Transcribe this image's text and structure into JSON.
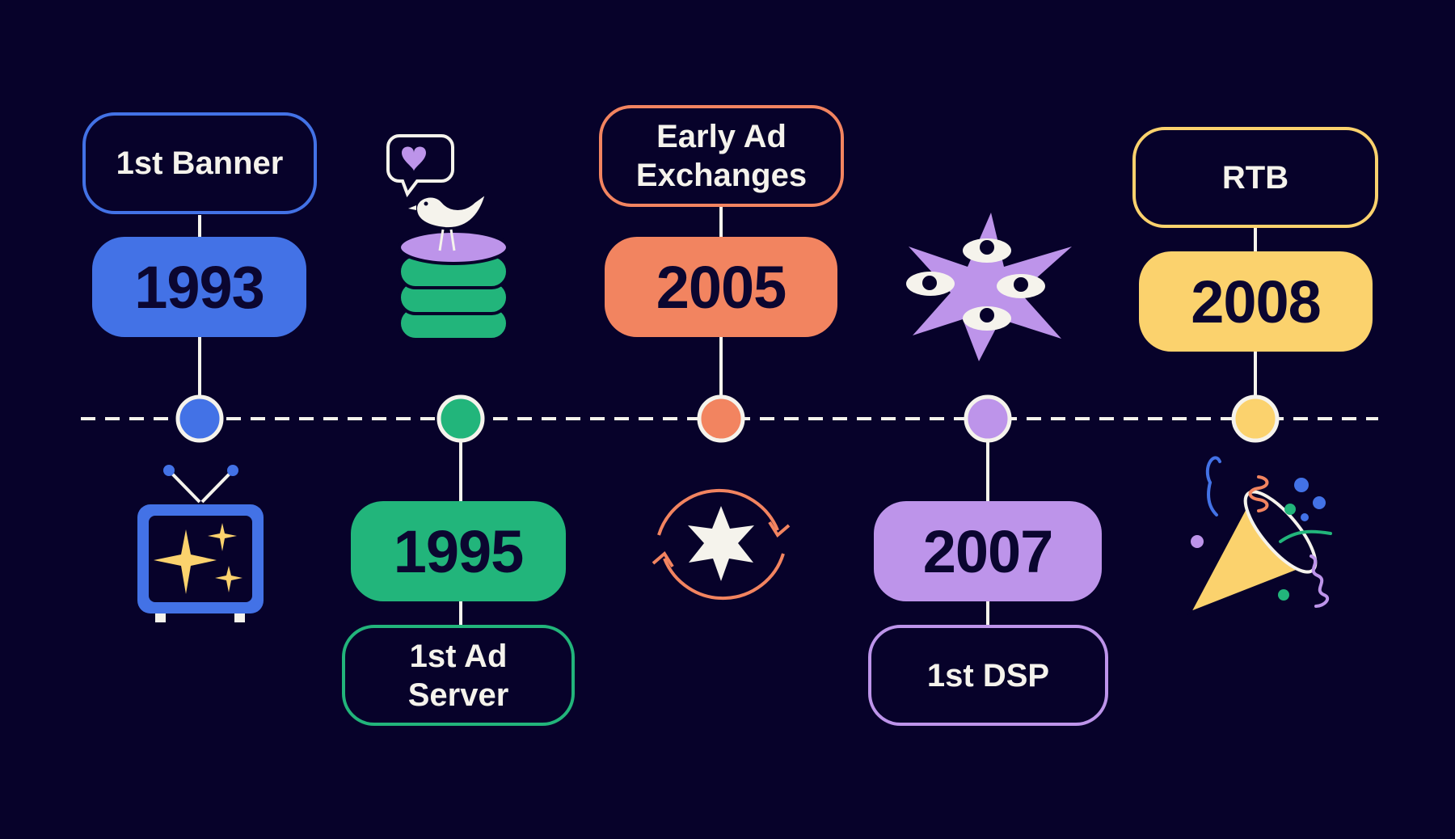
{
  "colors": {
    "background": "#07022a",
    "blue": "#4372e6",
    "green": "#22b57b",
    "orange": "#f28460",
    "purple": "#bd94ea",
    "yellow": "#fbd26d",
    "cream": "#f5f3ec"
  },
  "milestones": [
    {
      "year": "1993",
      "label": "1st Banner",
      "color": "#4372e6",
      "icon": "retro-tv-sparkles-icon"
    },
    {
      "year": "1995",
      "label": "1st Ad\nServer",
      "color": "#22b57b",
      "icon": "bird-on-server-stack-icon"
    },
    {
      "year": "2005",
      "label": "Early Ad\nExchanges",
      "color": "#f28460",
      "icon": "exchange-cycle-star-icon"
    },
    {
      "year": "2007",
      "label": "1st DSP",
      "color": "#bd94ea",
      "icon": "multi-eyed-star-icon"
    },
    {
      "year": "2008",
      "label": "RTB",
      "color": "#fbd26d",
      "icon": "party-popper-icon"
    }
  ]
}
